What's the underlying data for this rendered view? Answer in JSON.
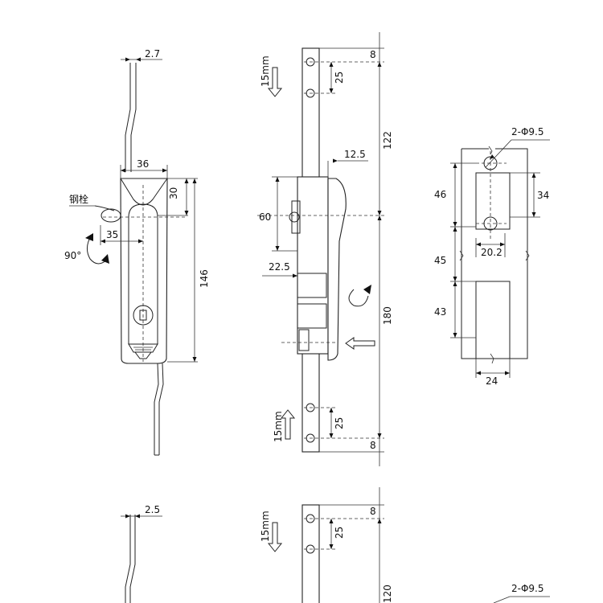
{
  "figure_1": {
    "dims": {
      "rod_thickness": "2.7",
      "handle_width": "36",
      "handle_top": "30",
      "bolt_offset": "35",
      "handle_length": "146"
    },
    "labels": {
      "bolt": "钢栓",
      "rotation": "90°"
    }
  },
  "figure_2": {
    "dims": {
      "hole_top": "8",
      "hole_spacing_top": "25",
      "to_center": "122",
      "handle_protrusion": "12.5",
      "base_height": "60",
      "lower_offset": "22.5",
      "to_bottom": "180",
      "hole_spacing_bottom": "25",
      "hole_bottom": "8"
    },
    "labels": {
      "stroke_top": "15mm",
      "stroke_bottom": "15mm"
    }
  },
  "figure_3": {
    "dims": {
      "holes": "2-Φ9.5",
      "upper": "46",
      "slot_height": "34",
      "hole_spacing": "20.2",
      "middle": "45",
      "lower": "43",
      "width": "24"
    }
  },
  "figure_4": {
    "dims": {
      "rod_thickness": "2.5"
    }
  },
  "figure_5": {
    "dims": {
      "hole_top": "8",
      "hole_spacing": "25",
      "to_center": "120"
    },
    "labels": {
      "stroke_top": "15mm"
    }
  },
  "figure_6": {
    "dims": {
      "holes": "2-Φ9.5"
    }
  }
}
